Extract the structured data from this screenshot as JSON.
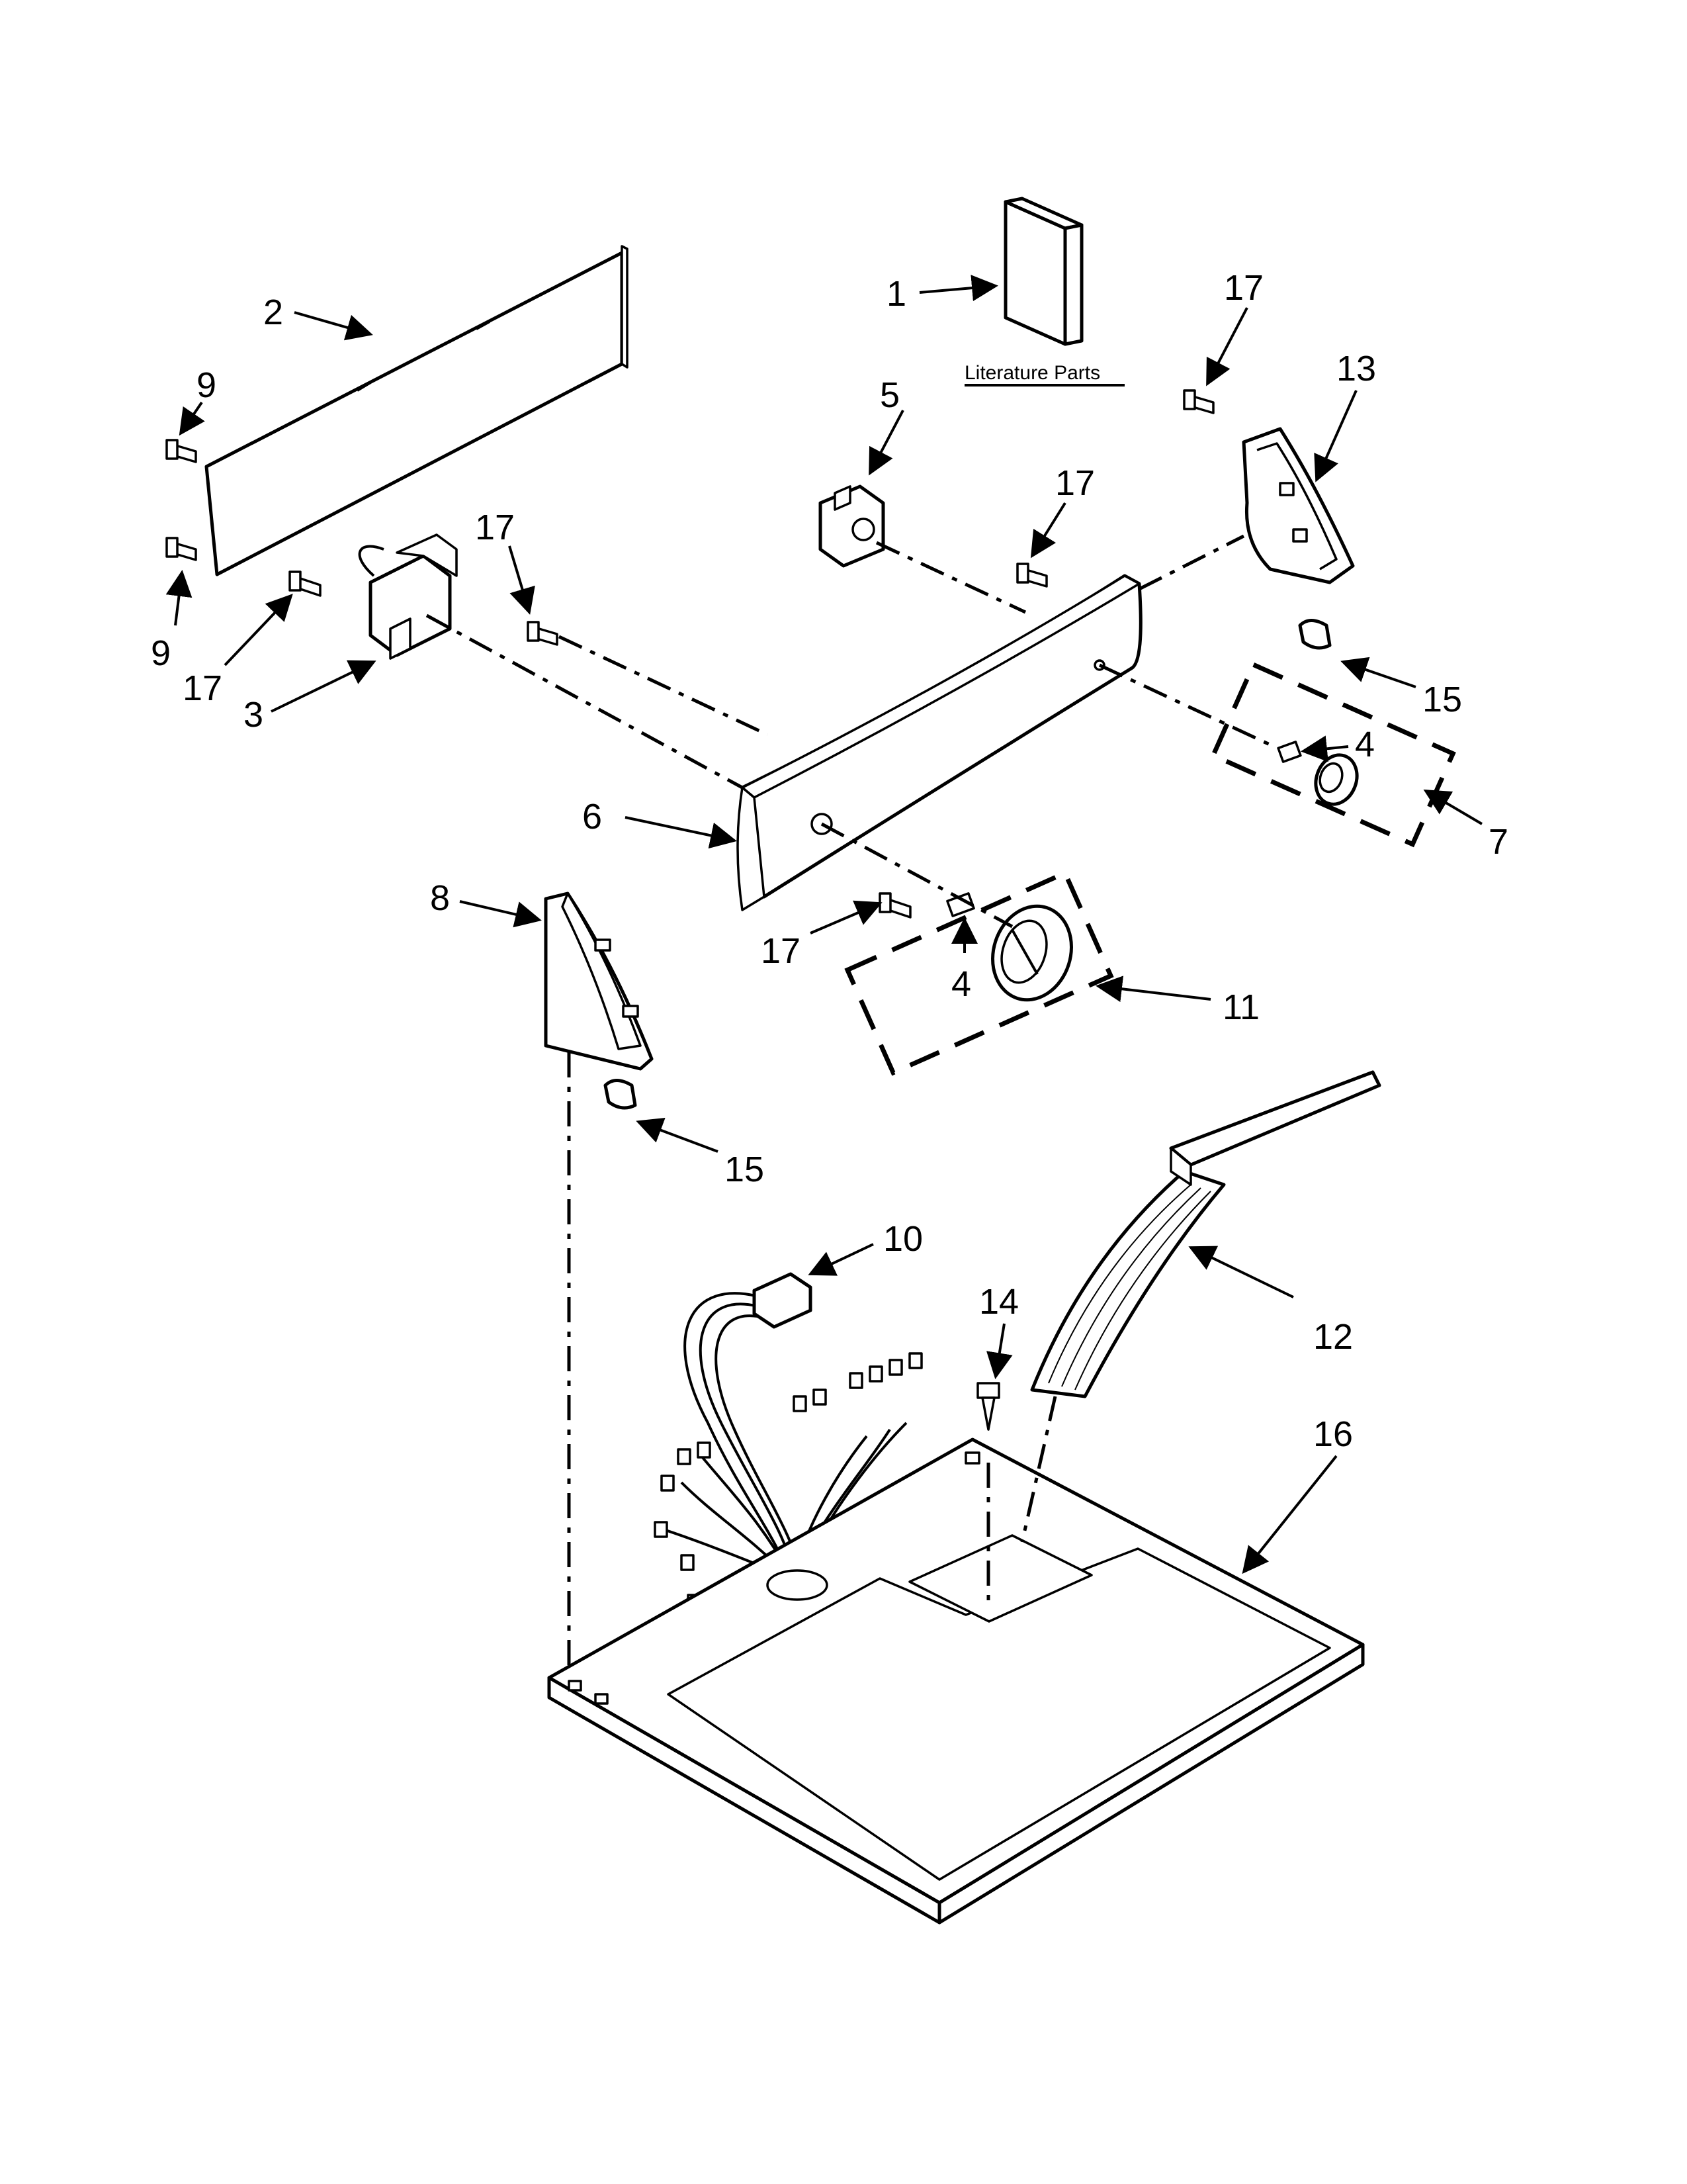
{
  "literature_label": "Literature Parts",
  "callouts": {
    "c1": "1",
    "c2": "2",
    "c3": "3",
    "c4a": "4",
    "c4b": "4",
    "c5": "5",
    "c6": "6",
    "c7": "7",
    "c8": "8",
    "c9a": "9",
    "c9b": "9",
    "c10": "10",
    "c11": "11",
    "c12": "12",
    "c13": "13",
    "c14": "14",
    "c15a": "15",
    "c15b": "15",
    "c16": "16",
    "c17a": "17",
    "c17b": "17",
    "c17c": "17",
    "c17d": "17",
    "c17e": "17"
  }
}
